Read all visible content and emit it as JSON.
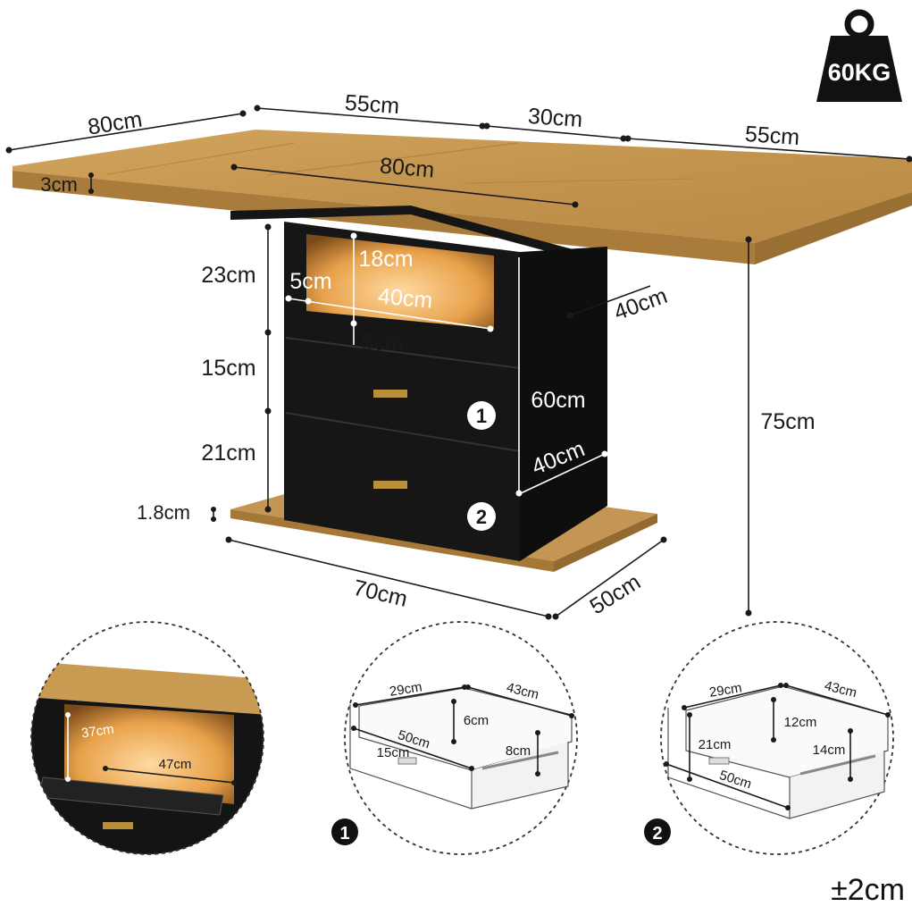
{
  "weight_badge": {
    "label": "60KG"
  },
  "tolerance": "±2cm",
  "dimensions": {
    "top_depth": "80cm",
    "top_seg_left": "55cm",
    "top_seg_mid": "30cm",
    "top_seg_right": "55cm",
    "top_thickness": "3cm",
    "frame_width": "80cm",
    "upper_height": "23cm",
    "window_inset_left": "5cm",
    "window_height": "18cm",
    "window_width": "40cm",
    "window_inset_bottom": "5cm",
    "frame_depth": "40cm",
    "drawer1_height": "15cm",
    "drawer2_height": "21cm",
    "base_thickness": "1.8cm",
    "pedestal_height": "60cm",
    "pedestal_depth": "40cm",
    "table_height": "75cm",
    "base_width": "70cm",
    "base_depth": "50cm"
  },
  "drawer_markers": [
    "1",
    "2"
  ],
  "detail_interior": {
    "height": "37cm",
    "width": "47cm"
  },
  "detail_drawer1": {
    "marker": "1",
    "width": "29cm",
    "depth": "43cm",
    "inner_height": "6cm",
    "length": "50cm",
    "front_height": "15cm",
    "side_height": "8cm"
  },
  "detail_drawer2": {
    "marker": "2",
    "width": "29cm",
    "depth": "43cm",
    "inner_height": "12cm",
    "front_height": "21cm",
    "side_height": "14cm",
    "length": "50cm"
  },
  "colors": {
    "oak": "#c89a52",
    "oak_dark": "#a87a3a",
    "cabinet": "#141414",
    "glow": "#f3b65a"
  }
}
